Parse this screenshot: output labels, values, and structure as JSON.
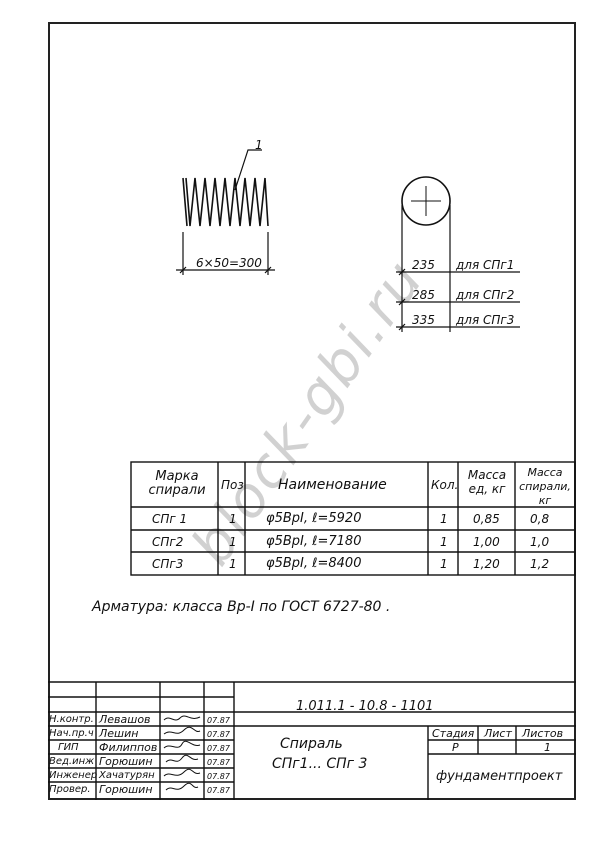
{
  "drawing": {
    "callout": "1",
    "spring_dim": "6×50=300",
    "dims": [
      {
        "value": "235",
        "label": "для СПг1"
      },
      {
        "value": "285",
        "label": "для СПг2"
      },
      {
        "value": "335",
        "label": "для СПг3"
      }
    ]
  },
  "spec_table": {
    "headers": {
      "mark": "Марка спирали",
      "pos": "Поз",
      "name": "Наименование",
      "qty": "Кол.",
      "mass_unit": "Масса ед, кг",
      "mass_spiral": "Масса спирали, кг"
    },
    "rows": [
      {
        "mark": "СПг 1",
        "pos": "1",
        "name": "φ5BpI, ℓ=5920",
        "qty": "1",
        "mass_unit": "0,85",
        "mass_spiral": "0,8"
      },
      {
        "mark": "СПг2",
        "pos": "1",
        "name": "φ5BpI, ℓ=7180",
        "qty": "1",
        "mass_unit": "1,00",
        "mass_spiral": "1,0"
      },
      {
        "mark": "СПг3",
        "pos": "1",
        "name": "φ5BpI, ℓ=8400",
        "qty": "1",
        "mass_unit": "1,20",
        "mass_spiral": "1,2"
      }
    ]
  },
  "note": "Арматура: класса Bp-I по ГОСТ 6727-80 .",
  "watermark": "block-gbi.ru",
  "title_block": {
    "doc_code": "1.011.1 - 10.8 - 1101",
    "title_line1": "Спираль",
    "title_line2": "СПг1... СПг 3",
    "stage_label": "Стадия",
    "sheet_label": "Лист",
    "sheets_label": "Листов",
    "stage_value": "Р",
    "sheets_value": "1",
    "org": "фундаментпроект",
    "signatures": [
      {
        "role": "Н.контр.",
        "name": "Левашов",
        "date": "07.87"
      },
      {
        "role": "Нач.пр.ч",
        "name": "Лешин",
        "date": "07.87"
      },
      {
        "role": "ГИП",
        "name": "Филиппов",
        "date": "07.87"
      },
      {
        "role": "Вед.инж",
        "name": "Горюшин",
        "date": "07.87"
      },
      {
        "role": "Инженер",
        "name": "Хачатурян",
        "date": "07.87"
      },
      {
        "role": "Провер.",
        "name": "Горюшин",
        "date": "07.87"
      }
    ]
  }
}
